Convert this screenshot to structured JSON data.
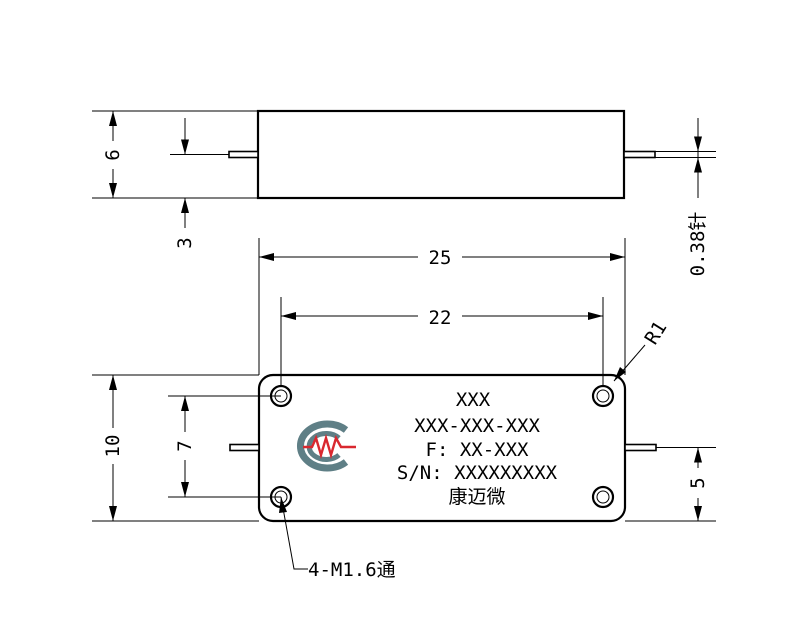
{
  "dimensions": {
    "side_height": "6",
    "pin_offset": "3",
    "pin_diameter": "0.38针",
    "overall_length": "25",
    "hole_spacing_x": "22",
    "corner_radius": "R1",
    "overall_height": "10",
    "hole_spacing_y": "7",
    "pin_height": "5",
    "holes_note": "4-M1.6通"
  },
  "label": {
    "line1": "XXX",
    "line2": "XXX-XXX-XXX",
    "line3": "F: XX-XXX",
    "line4": "S/N: XXXXXXXXX",
    "line5": "康迈微"
  },
  "logo": {
    "name": "kmw-logo",
    "text": "MW",
    "ring_color": "#5f7f86",
    "wave_color": "#d9282f"
  }
}
